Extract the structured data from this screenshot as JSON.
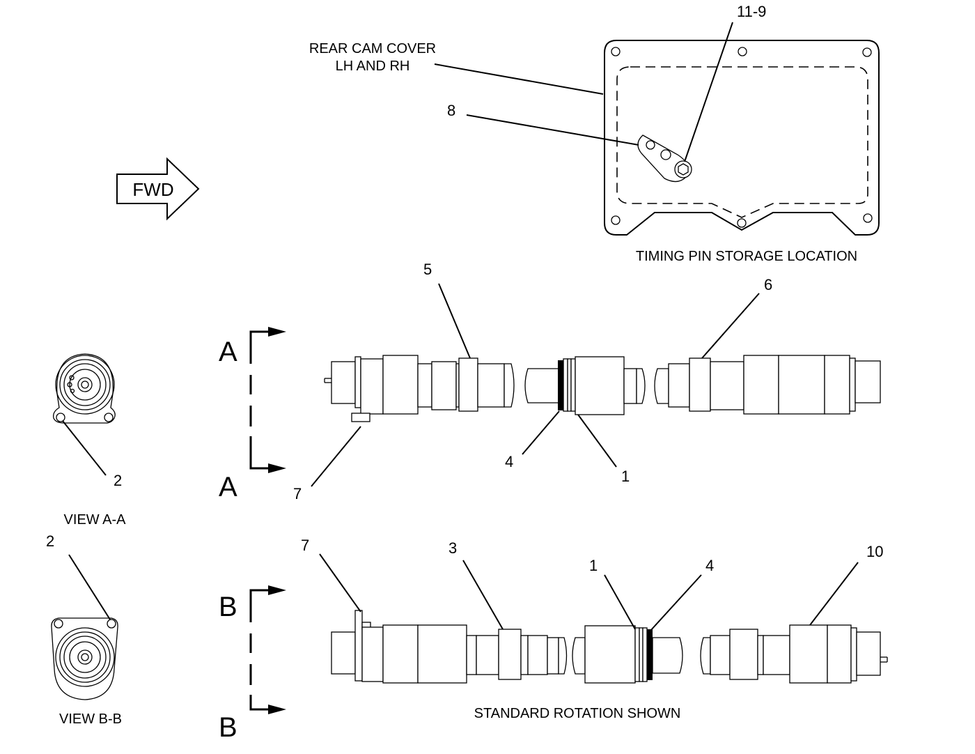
{
  "labels": {
    "rear_cam_cover_line1": "REAR CAM COVER",
    "rear_cam_cover_line2": "LH AND RH",
    "timing_pin_storage": "TIMING PIN STORAGE LOCATION",
    "fwd": "FWD",
    "view_aa": "VIEW A-A",
    "view_bb": "VIEW B-B",
    "standard_rotation": "STANDARD ROTATION SHOWN"
  },
  "section_letters": {
    "a_top": "A",
    "a_bottom": "A",
    "b_top": "B",
    "b_bottom": "B"
  },
  "callouts": {
    "c_11_9": "11-9",
    "c_8": "8",
    "c_5": "5",
    "c_6": "6",
    "c_4_upper": "4",
    "c_1_upper": "1",
    "c_7_upper": "7",
    "c_2_view_aa": "2",
    "c_2_view_bb": "2",
    "c_7_lower": "7",
    "c_3": "3",
    "c_1_lower": "1",
    "c_4_lower": "4",
    "c_10": "10"
  }
}
